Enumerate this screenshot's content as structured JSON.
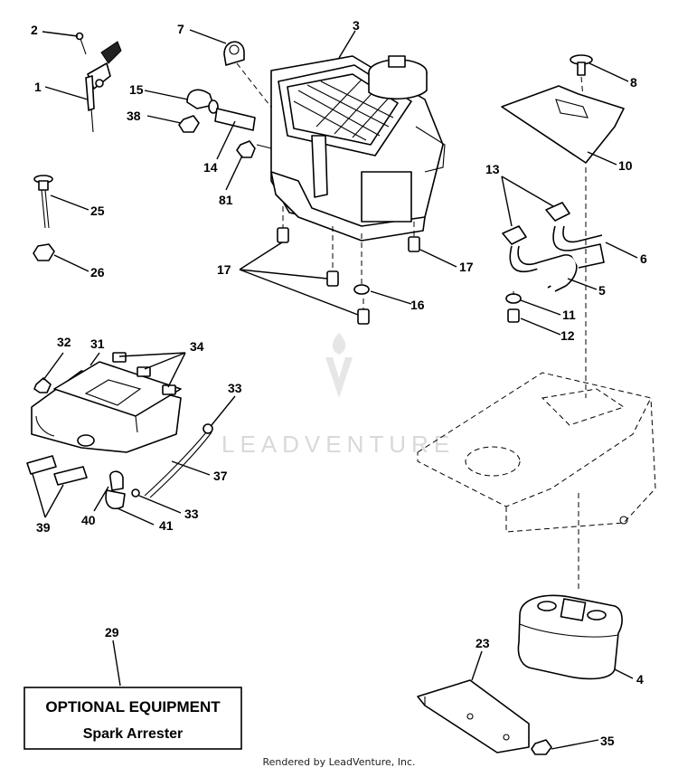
{
  "callouts": {
    "p1": "1",
    "p2": "2",
    "p3": "3",
    "p4": "4",
    "p5": "5",
    "p6": "6",
    "p7": "7",
    "p8": "8",
    "p10": "10",
    "p11": "11",
    "p12": "12",
    "p13": "13",
    "p14": "14",
    "p15": "15",
    "p16": "16",
    "p17a": "17",
    "p17b": "17",
    "p23": "23",
    "p25": "25",
    "p26": "26",
    "p29": "29",
    "p31": "31",
    "p32": "32",
    "p33a": "33",
    "p33b": "33",
    "p34": "34",
    "p35": "35",
    "p37": "37",
    "p38": "38",
    "p39": "39",
    "p40": "40",
    "p41": "41",
    "p81": "81"
  },
  "optional_box": {
    "title": "OPTIONAL EQUIPMENT",
    "subtitle": "Spark Arrester"
  },
  "watermark": {
    "brand": "LEADVENTURE"
  },
  "footer": {
    "credit": "Rendered by LeadVenture, Inc."
  }
}
